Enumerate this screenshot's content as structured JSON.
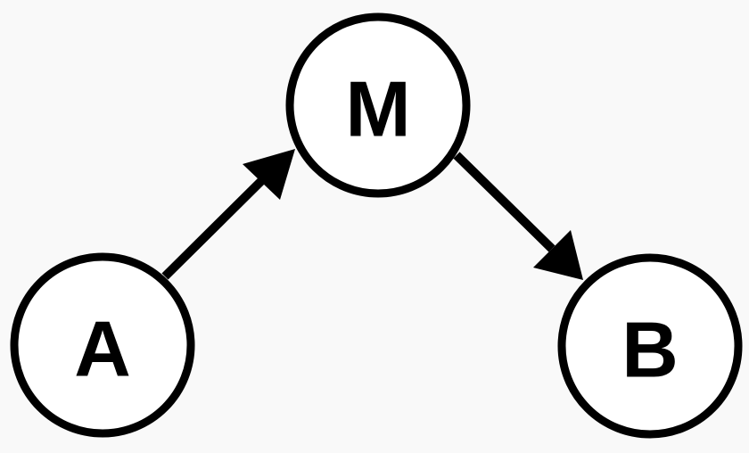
{
  "diagram": {
    "nodes": {
      "a": {
        "label": "A"
      },
      "m": {
        "label": "M"
      },
      "b": {
        "label": "B"
      }
    },
    "edges": [
      {
        "from": "A",
        "to": "M"
      },
      {
        "from": "M",
        "to": "B"
      }
    ],
    "colors": {
      "background": "#f9f9f9",
      "node_fill": "#ffffff",
      "stroke": "#000000"
    }
  }
}
